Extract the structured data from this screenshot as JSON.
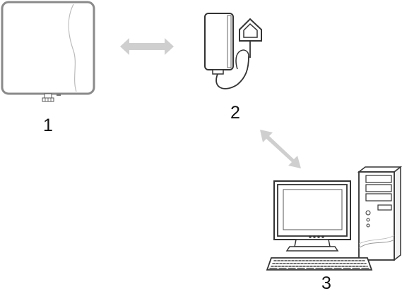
{
  "devices": [
    {
      "id": "1",
      "label": "1",
      "icon": "outdoor-unit-icon"
    },
    {
      "id": "2",
      "label": "2",
      "icon": "power-adapter-icon"
    },
    {
      "id": "3",
      "label": "3",
      "icon": "desktop-computer-icon"
    }
  ],
  "connections": [
    {
      "from": "1",
      "to": "2",
      "icon": "double-arrow-icon"
    },
    {
      "from": "2",
      "to": "3",
      "icon": "double-arrow-icon"
    }
  ],
  "colors": {
    "line": "#333333",
    "arrow": "#cfcfcf",
    "unit_outline": "#8a8a8a"
  }
}
